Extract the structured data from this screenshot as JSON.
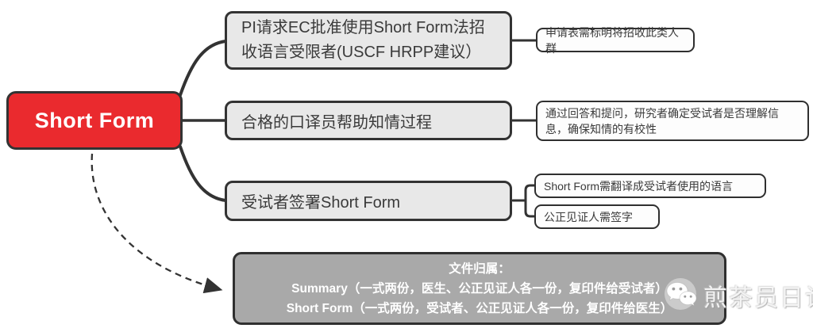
{
  "diagram": {
    "root": {
      "label": "Short Form"
    },
    "branches": {
      "approval": {
        "lines": [
          "PI请求EC批准使用Short Form法招",
          "收语言受限者(USCF HRPP建议）"
        ]
      },
      "interpreter": {
        "label": "合格的口译员帮助知情过程"
      },
      "signing": {
        "label": "受试者签署Short Form"
      }
    },
    "notes": {
      "application": {
        "label": "申请表需标明将招收此类人群"
      },
      "comprehension": {
        "lines": [
          "通过回答和提问，研究者确定受试者是否理解信",
          "息，确保知情的有校性"
        ]
      },
      "translation": {
        "label": "Short Form需翻译成受试者使用的语言"
      },
      "witness": {
        "label": "公正见证人需签字"
      }
    },
    "summary": {
      "lines": [
        "文件归属：",
        "Summary（一式两份，医生、公正见证人各一份，复印件给受试者）",
        "Short Form（一式两份，受试者、公正见证人各一份，复印件给医生）"
      ]
    },
    "colors": {
      "root_fill": "#ea2a2e",
      "branch_fill": "#e8e8e8",
      "note_fill": "#fdfdfd",
      "summary_fill": "#a9a9a9",
      "border": "#333333",
      "connector": "#333333"
    }
  },
  "watermark": {
    "icon": "wechat-icon",
    "label": "煎茶员日记"
  }
}
